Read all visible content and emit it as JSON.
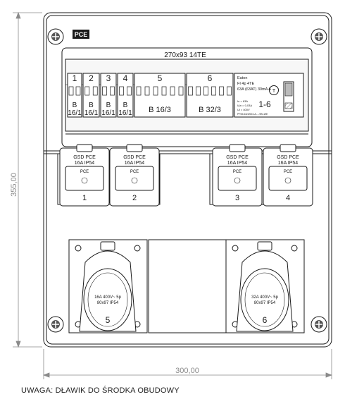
{
  "logo": "PCE",
  "rail_label": "270x93 14TE",
  "breakers": [
    {
      "number": "1",
      "rating_line1": "B",
      "rating_line2": "16/1"
    },
    {
      "number": "2",
      "rating_line1": "B",
      "rating_line2": "16/1"
    },
    {
      "number": "3",
      "rating_line1": "B",
      "rating_line2": "16/1"
    },
    {
      "number": "4",
      "rating_line1": "B",
      "rating_line2": "16/1"
    },
    {
      "number": "5",
      "rating_line1": "B 16/3",
      "rating_line2": ""
    },
    {
      "number": "6",
      "rating_line1": "B 32/3",
      "rating_line2": ""
    }
  ],
  "rcd": {
    "brand": "Eaton",
    "model": "FI 4p 4TE",
    "rating": "63A (63AT) 30mA A",
    "spec_lines": [
      "In = 63A",
      "IΔn = 0,03A",
      "Ui = 400V",
      "PFIM-63/4/003-A-.../EN-WE"
    ],
    "circuits": "1-6"
  },
  "sockets_230v": [
    {
      "label_top": "GSD PCE",
      "rating": "16A IP54",
      "brand": "PCE",
      "number": "1"
    },
    {
      "label_top": "GSD PCE",
      "rating": "16A IP54",
      "brand": "PCE",
      "number": "2"
    },
    {
      "label_top": "GSD PCE",
      "rating": "16A IP54",
      "brand": "PCE",
      "number": "3"
    },
    {
      "label_top": "GSD PCE",
      "rating": "16A IP54",
      "brand": "PCE",
      "number": "4"
    }
  ],
  "sockets_400v": [
    {
      "spec_line1": "16A 400V~ 5p",
      "spec_line2": "80x97 IP54",
      "number": "5"
    },
    {
      "spec_line1": "32A 400V~ 5p",
      "spec_line2": "80x97 IP54",
      "number": "6"
    }
  ],
  "dimensions": {
    "height": "355,00",
    "width": "300,00"
  },
  "note": "UWAGA: DŁAWIK DO ŚRODKA OBUDOWY",
  "colors": {
    "line": "#1a1a1a",
    "dim": "#8a8a8a",
    "fill_light": "#f2f2f2"
  }
}
